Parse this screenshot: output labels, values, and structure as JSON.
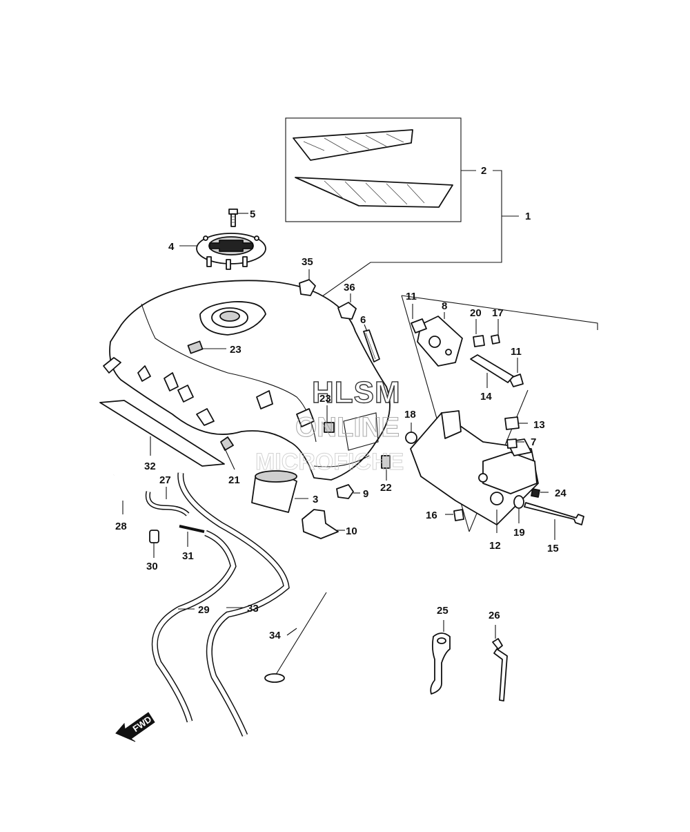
{
  "callouts": [
    {
      "id": "1",
      "text": "1"
    },
    {
      "id": "2",
      "text": "2"
    },
    {
      "id": "3",
      "text": "3"
    },
    {
      "id": "4",
      "text": "4"
    },
    {
      "id": "5",
      "text": "5"
    },
    {
      "id": "6",
      "text": "6"
    },
    {
      "id": "7",
      "text": "7"
    },
    {
      "id": "8",
      "text": "8"
    },
    {
      "id": "9",
      "text": "9"
    },
    {
      "id": "10",
      "text": "10"
    },
    {
      "id": "11a",
      "text": "11"
    },
    {
      "id": "11b",
      "text": "11"
    },
    {
      "id": "12",
      "text": "12"
    },
    {
      "id": "13",
      "text": "13"
    },
    {
      "id": "14",
      "text": "14"
    },
    {
      "id": "15",
      "text": "15"
    },
    {
      "id": "16",
      "text": "16"
    },
    {
      "id": "17",
      "text": "17"
    },
    {
      "id": "18",
      "text": "18"
    },
    {
      "id": "19",
      "text": "19"
    },
    {
      "id": "20",
      "text": "20"
    },
    {
      "id": "21",
      "text": "21"
    },
    {
      "id": "22",
      "text": "22"
    },
    {
      "id": "23a",
      "text": "23"
    },
    {
      "id": "23b",
      "text": "23"
    },
    {
      "id": "24",
      "text": "24"
    },
    {
      "id": "25",
      "text": "25"
    },
    {
      "id": "26",
      "text": "26"
    },
    {
      "id": "27",
      "text": "27"
    },
    {
      "id": "28",
      "text": "28"
    },
    {
      "id": "29",
      "text": "29"
    },
    {
      "id": "30",
      "text": "30"
    },
    {
      "id": "31",
      "text": "31"
    },
    {
      "id": "32",
      "text": "32"
    },
    {
      "id": "33",
      "text": "33"
    },
    {
      "id": "34",
      "text": "34"
    },
    {
      "id": "35",
      "text": "35"
    },
    {
      "id": "36",
      "text": "36"
    }
  ],
  "watermark": {
    "line1": "HLSM",
    "line2": "ONLINE",
    "line3": "MICROFICHE"
  },
  "fwd_label": "FWD"
}
